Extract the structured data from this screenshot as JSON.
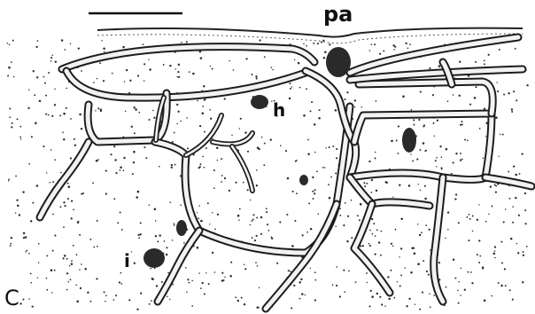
{
  "figure": {
    "panel_letter": "C",
    "labels": {
      "pa": "pa",
      "h": "h",
      "i": "i"
    }
  }
}
